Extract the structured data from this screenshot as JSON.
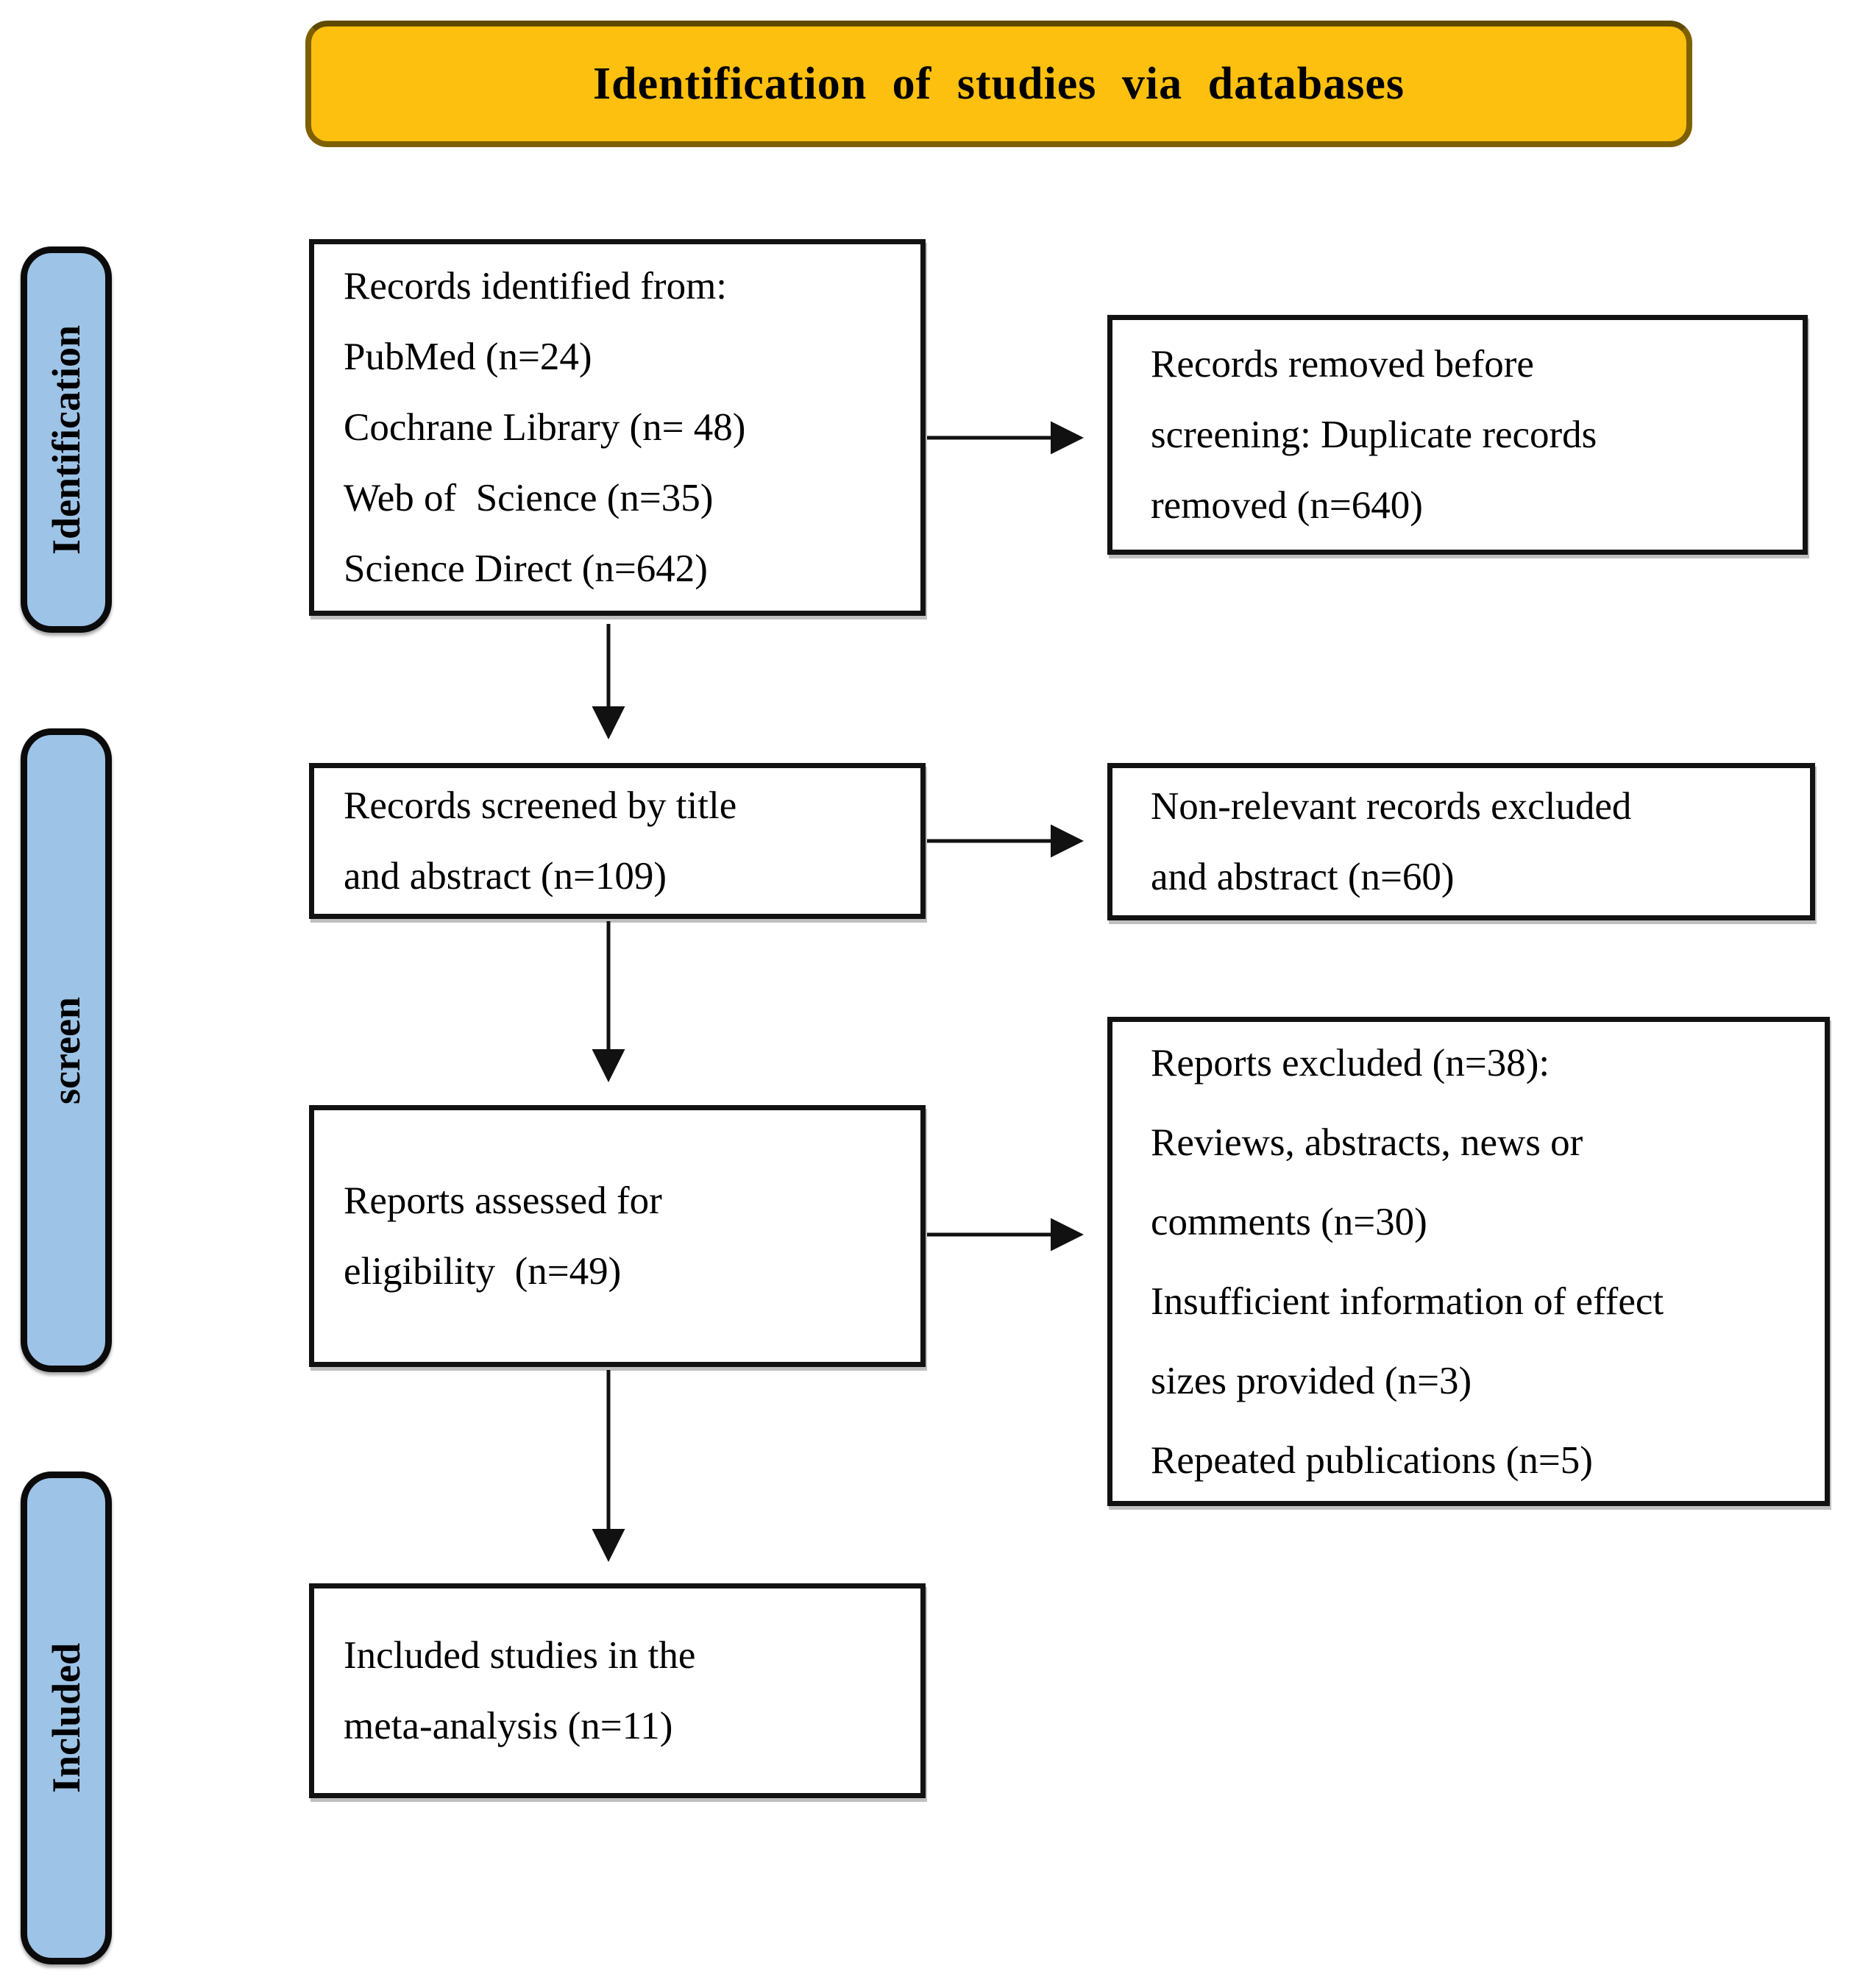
{
  "title": "Identification of studies via databases",
  "colors": {
    "banner_bg": "#FEC00F",
    "banner_border": "#7F6000",
    "stage_bg": "#9DC3E6",
    "stage_border": "#0B0B0B",
    "box_border": "#121212",
    "arrow": "#111111"
  },
  "stages": [
    {
      "label": "Identification"
    },
    {
      "label": "screen"
    },
    {
      "label": "Included"
    }
  ],
  "flow_boxes": [
    {
      "id": "records-identified",
      "lines": [
        "Records identified from:",
        "PubMed (n=24)",
        "Cochrane Library (n= 48)",
        "Web of  Science (n=35)",
        "Science Direct (n=642)"
      ]
    },
    {
      "id": "records-screened",
      "lines": [
        "Records screened by title",
        "and abstract (n=109)"
      ]
    },
    {
      "id": "reports-assessed",
      "lines": [
        "Reports assessed for",
        "eligibility  (n=49)"
      ]
    },
    {
      "id": "included-studies",
      "lines": [
        "Included studies in the",
        "meta-analysis (n=11)"
      ]
    }
  ],
  "exclusion_boxes": [
    {
      "id": "records-removed-before-screening",
      "lines": [
        "Records removed before",
        "screening: Duplicate records",
        "removed (n=640)"
      ]
    },
    {
      "id": "non-relevant-excluded",
      "lines": [
        "Non-relevant records excluded",
        "and abstract (n=60)"
      ]
    },
    {
      "id": "reports-excluded",
      "lines": [
        "Reports excluded (n=38):",
        "Reviews, abstracts, news or",
        "comments (n=30)",
        "Insufficient information of effect",
        "sizes provided (n=3)",
        "Repeated publications (n=5)"
      ]
    }
  ]
}
